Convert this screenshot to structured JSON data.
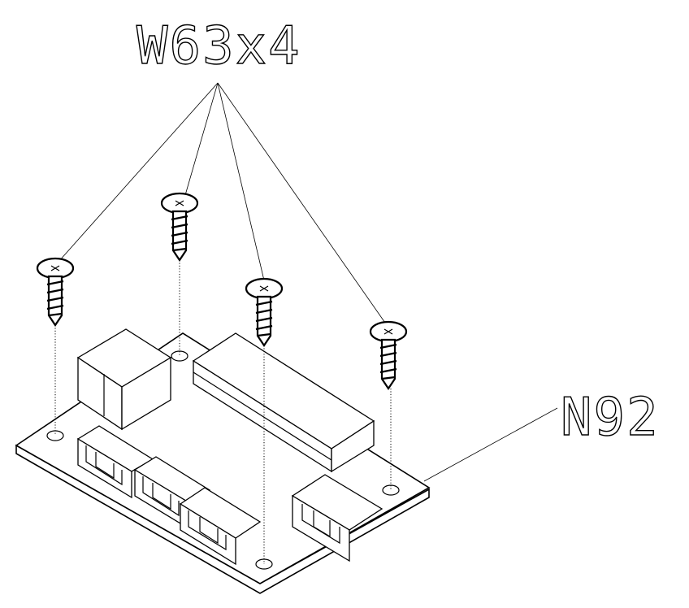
{
  "callouts": {
    "screw_label": "W63x4",
    "board_label": "N92"
  },
  "parts": {
    "screw_count": 4
  },
  "colors": {
    "line": "#000000",
    "background": "#ffffff"
  }
}
